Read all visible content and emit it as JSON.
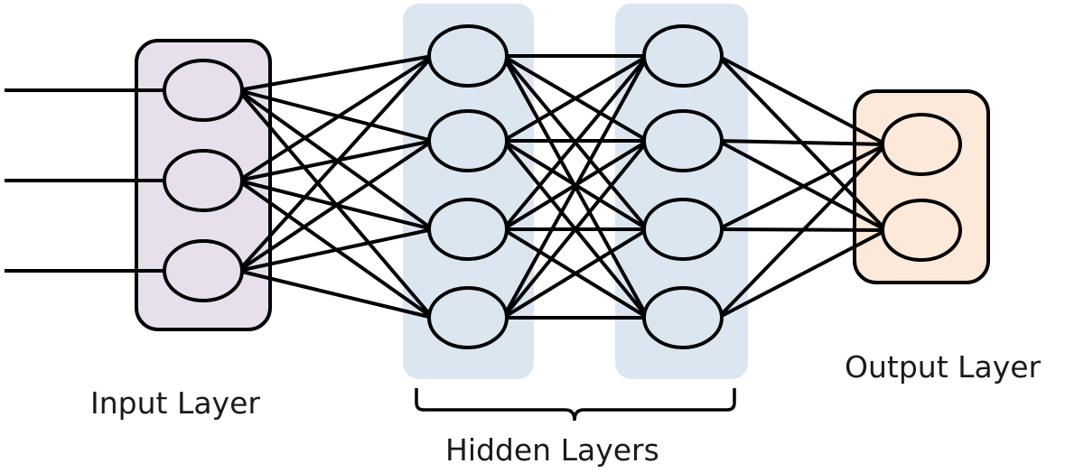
{
  "colors": {
    "input_layer_fill": "#e7e0ec",
    "hidden_layer_fill": "#dce6f1",
    "output_layer_fill": "#fde9d9",
    "node_fill_input": "#e7e0ec",
    "node_fill_hidden": "#dce6f1",
    "node_fill_output": "#fde9d9",
    "stroke": "#000000"
  },
  "diagram": {
    "input_layer": {
      "label": "Input Layer",
      "node_count": 3,
      "incoming_lines": 3
    },
    "hidden_layers": {
      "label": "Hidden Layers",
      "count": 2,
      "node_count_per_layer": 4
    },
    "output_layer": {
      "label": "Output Layer",
      "node_count": 2
    },
    "connections": "fully-connected"
  }
}
